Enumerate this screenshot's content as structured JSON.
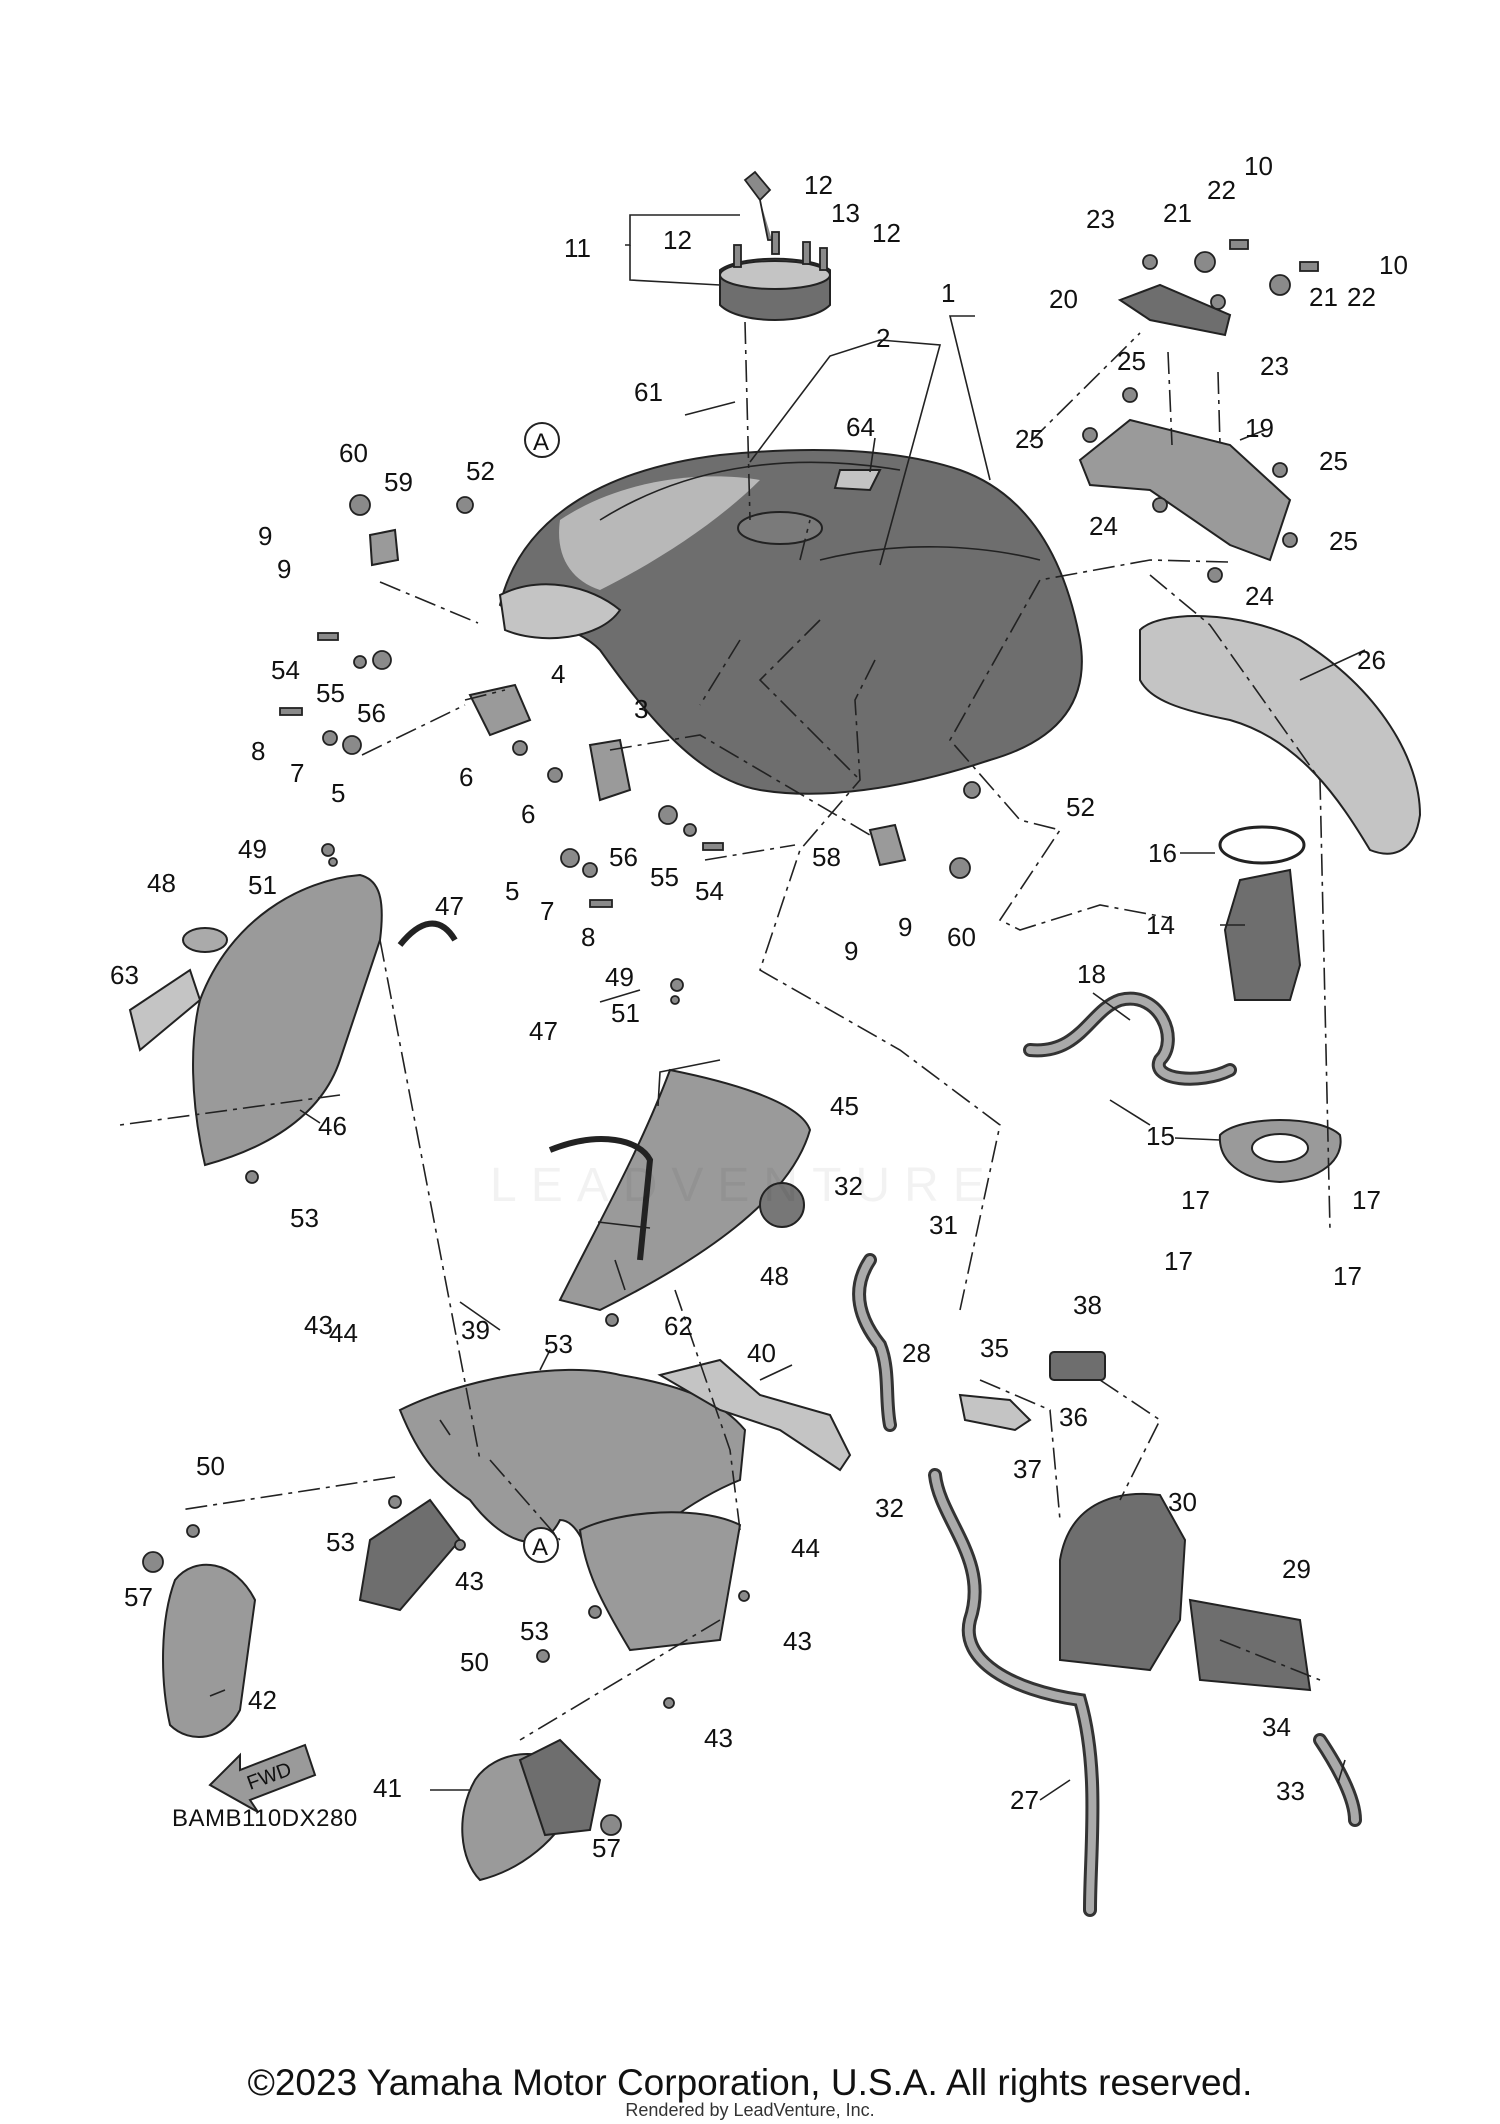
{
  "diagram_code": "BAMB110DX280",
  "direction_arrow_label": "FWD",
  "reference_mark": "A",
  "copyright": "©2023 Yamaha Motor Corporation, U.S.A. All rights reserved.",
  "rendered_by": "Rendered by LeadVenture, Inc.",
  "watermark": "LEADVENTURE",
  "part_numbers": [
    "1",
    "2",
    "3",
    "4",
    "5",
    "6",
    "7",
    "8",
    "9",
    "10",
    "11",
    "12",
    "13",
    "14",
    "15",
    "16",
    "17",
    "18",
    "19",
    "20",
    "21",
    "22",
    "23",
    "24",
    "25",
    "26",
    "27",
    "28",
    "29",
    "30",
    "31",
    "32",
    "33",
    "34",
    "35",
    "36",
    "37",
    "38",
    "39",
    "40",
    "41",
    "42",
    "43",
    "44",
    "45",
    "46",
    "47",
    "48",
    "49",
    "50",
    "51",
    "52",
    "53",
    "54",
    "55",
    "56",
    "57",
    "58",
    "59",
    "60",
    "61",
    "62",
    "63",
    "64"
  ],
  "colors": {
    "ink": "#111111",
    "part_fill": "#9a9a9a",
    "background": "#ffffff"
  }
}
